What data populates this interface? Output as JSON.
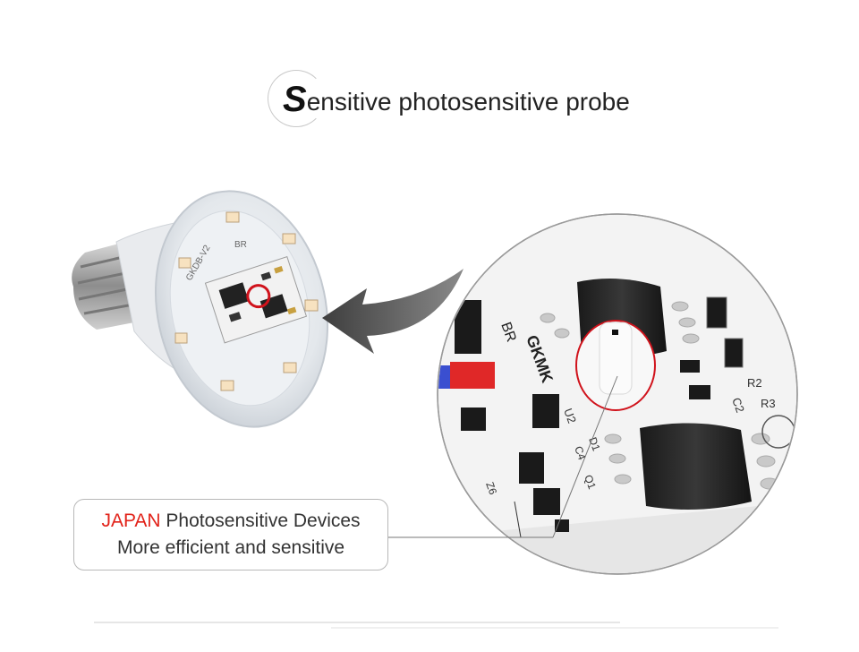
{
  "title": {
    "initial": "S",
    "rest": "ensitive photosensitive probe"
  },
  "callout": {
    "brand": "JAPAN",
    "line1_rest": " Photosensitive Devices",
    "line2": "More efficient and sensitive"
  },
  "board_labels": {
    "bulb_board_model": "GKDB-V2",
    "bulb_board_mark": "BR",
    "zoom_mark": "BR",
    "zoom_model": "GKMK",
    "u2": "U2",
    "r2": "R2",
    "r3": "R3",
    "c2": "C2",
    "d1": "D1",
    "c4": "C4",
    "q1": "Q1",
    "z6": "Z6"
  },
  "colors": {
    "brand_red": "#e2231a",
    "highlight_red": "#d0121b"
  }
}
